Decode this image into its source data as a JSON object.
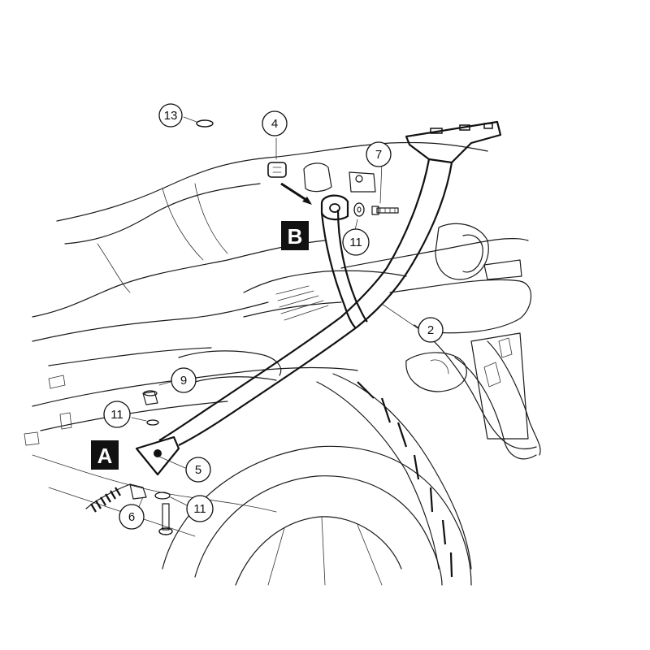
{
  "callouts": [
    {
      "id": "c13",
      "label": "13"
    },
    {
      "id": "c4",
      "label": "4"
    },
    {
      "id": "c7",
      "label": "7"
    },
    {
      "id": "c11a",
      "label": "11"
    },
    {
      "id": "c2",
      "label": "2"
    },
    {
      "id": "c9",
      "label": "9"
    },
    {
      "id": "c11b",
      "label": "11"
    },
    {
      "id": "c5",
      "label": "5"
    },
    {
      "id": "c6",
      "label": "6"
    },
    {
      "id": "c11c",
      "label": "11"
    }
  ],
  "markers": {
    "A": "A",
    "B": "B"
  }
}
